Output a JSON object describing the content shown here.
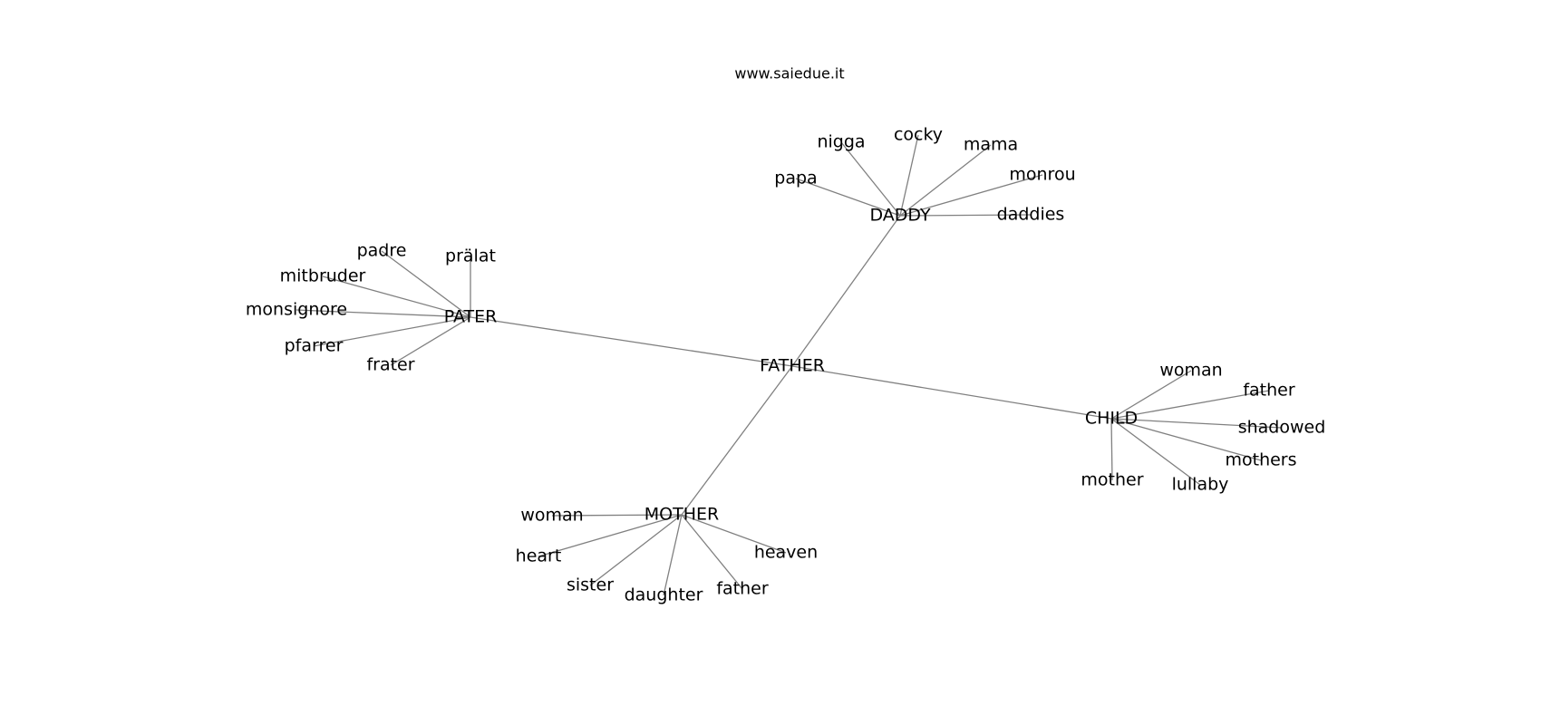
{
  "header": {
    "title": "www.saiedue.it"
  },
  "graph": {
    "center": "FATHER",
    "clusters": [
      {
        "hub": "DADDY",
        "leaves": [
          "papa",
          "nigga",
          "cocky",
          "mama",
          "monrou",
          "daddies"
        ]
      },
      {
        "hub": "PATER",
        "leaves": [
          "padre",
          "prälat",
          "mitbruder",
          "monsignore",
          "pfarrer",
          "frater"
        ]
      },
      {
        "hub": "CHILD",
        "leaves": [
          "woman",
          "father",
          "shadowed",
          "mothers",
          "lullaby",
          "mother"
        ]
      },
      {
        "hub": "MOTHER",
        "leaves": [
          "woman",
          "heart",
          "sister",
          "daughter",
          "father",
          "heaven"
        ]
      }
    ]
  }
}
